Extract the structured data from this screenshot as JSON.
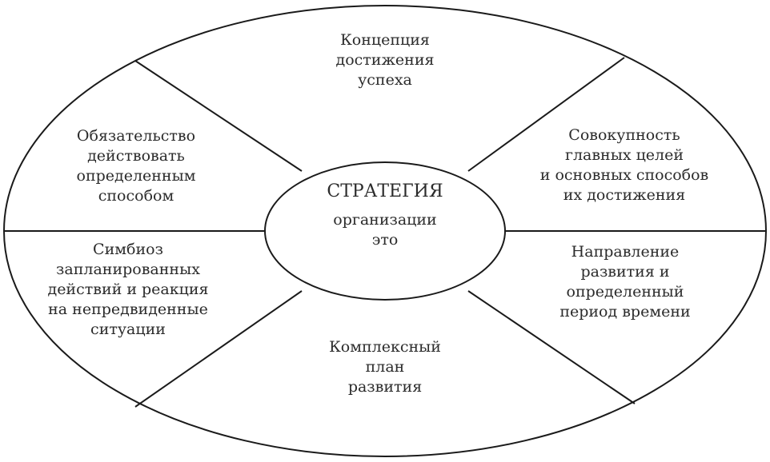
{
  "center": {
    "title": "СТРАТЕГИЯ",
    "lines": [
      "организации",
      "это"
    ]
  },
  "sectors": {
    "top": [
      "Концепция",
      "достижения",
      "успеха"
    ],
    "top_right": [
      "Совокупность",
      "главных целей",
      "и основных способов",
      "их достижения"
    ],
    "bottom_right": [
      "Направление",
      "развития и",
      "определенный",
      "период времени"
    ],
    "bottom": [
      "Комплексный",
      "план",
      "развития"
    ],
    "bottom_left": [
      "Симбиоз",
      "запланированных",
      "действий и реакция",
      "на непредвиденные",
      "ситуации"
    ],
    "top_left": [
      "Обязательство",
      "действовать",
      "определенным",
      "способом"
    ]
  },
  "colors": {
    "stroke": "#1a1a1a",
    "text": "#2b2b2b",
    "background": "#ffffff"
  }
}
